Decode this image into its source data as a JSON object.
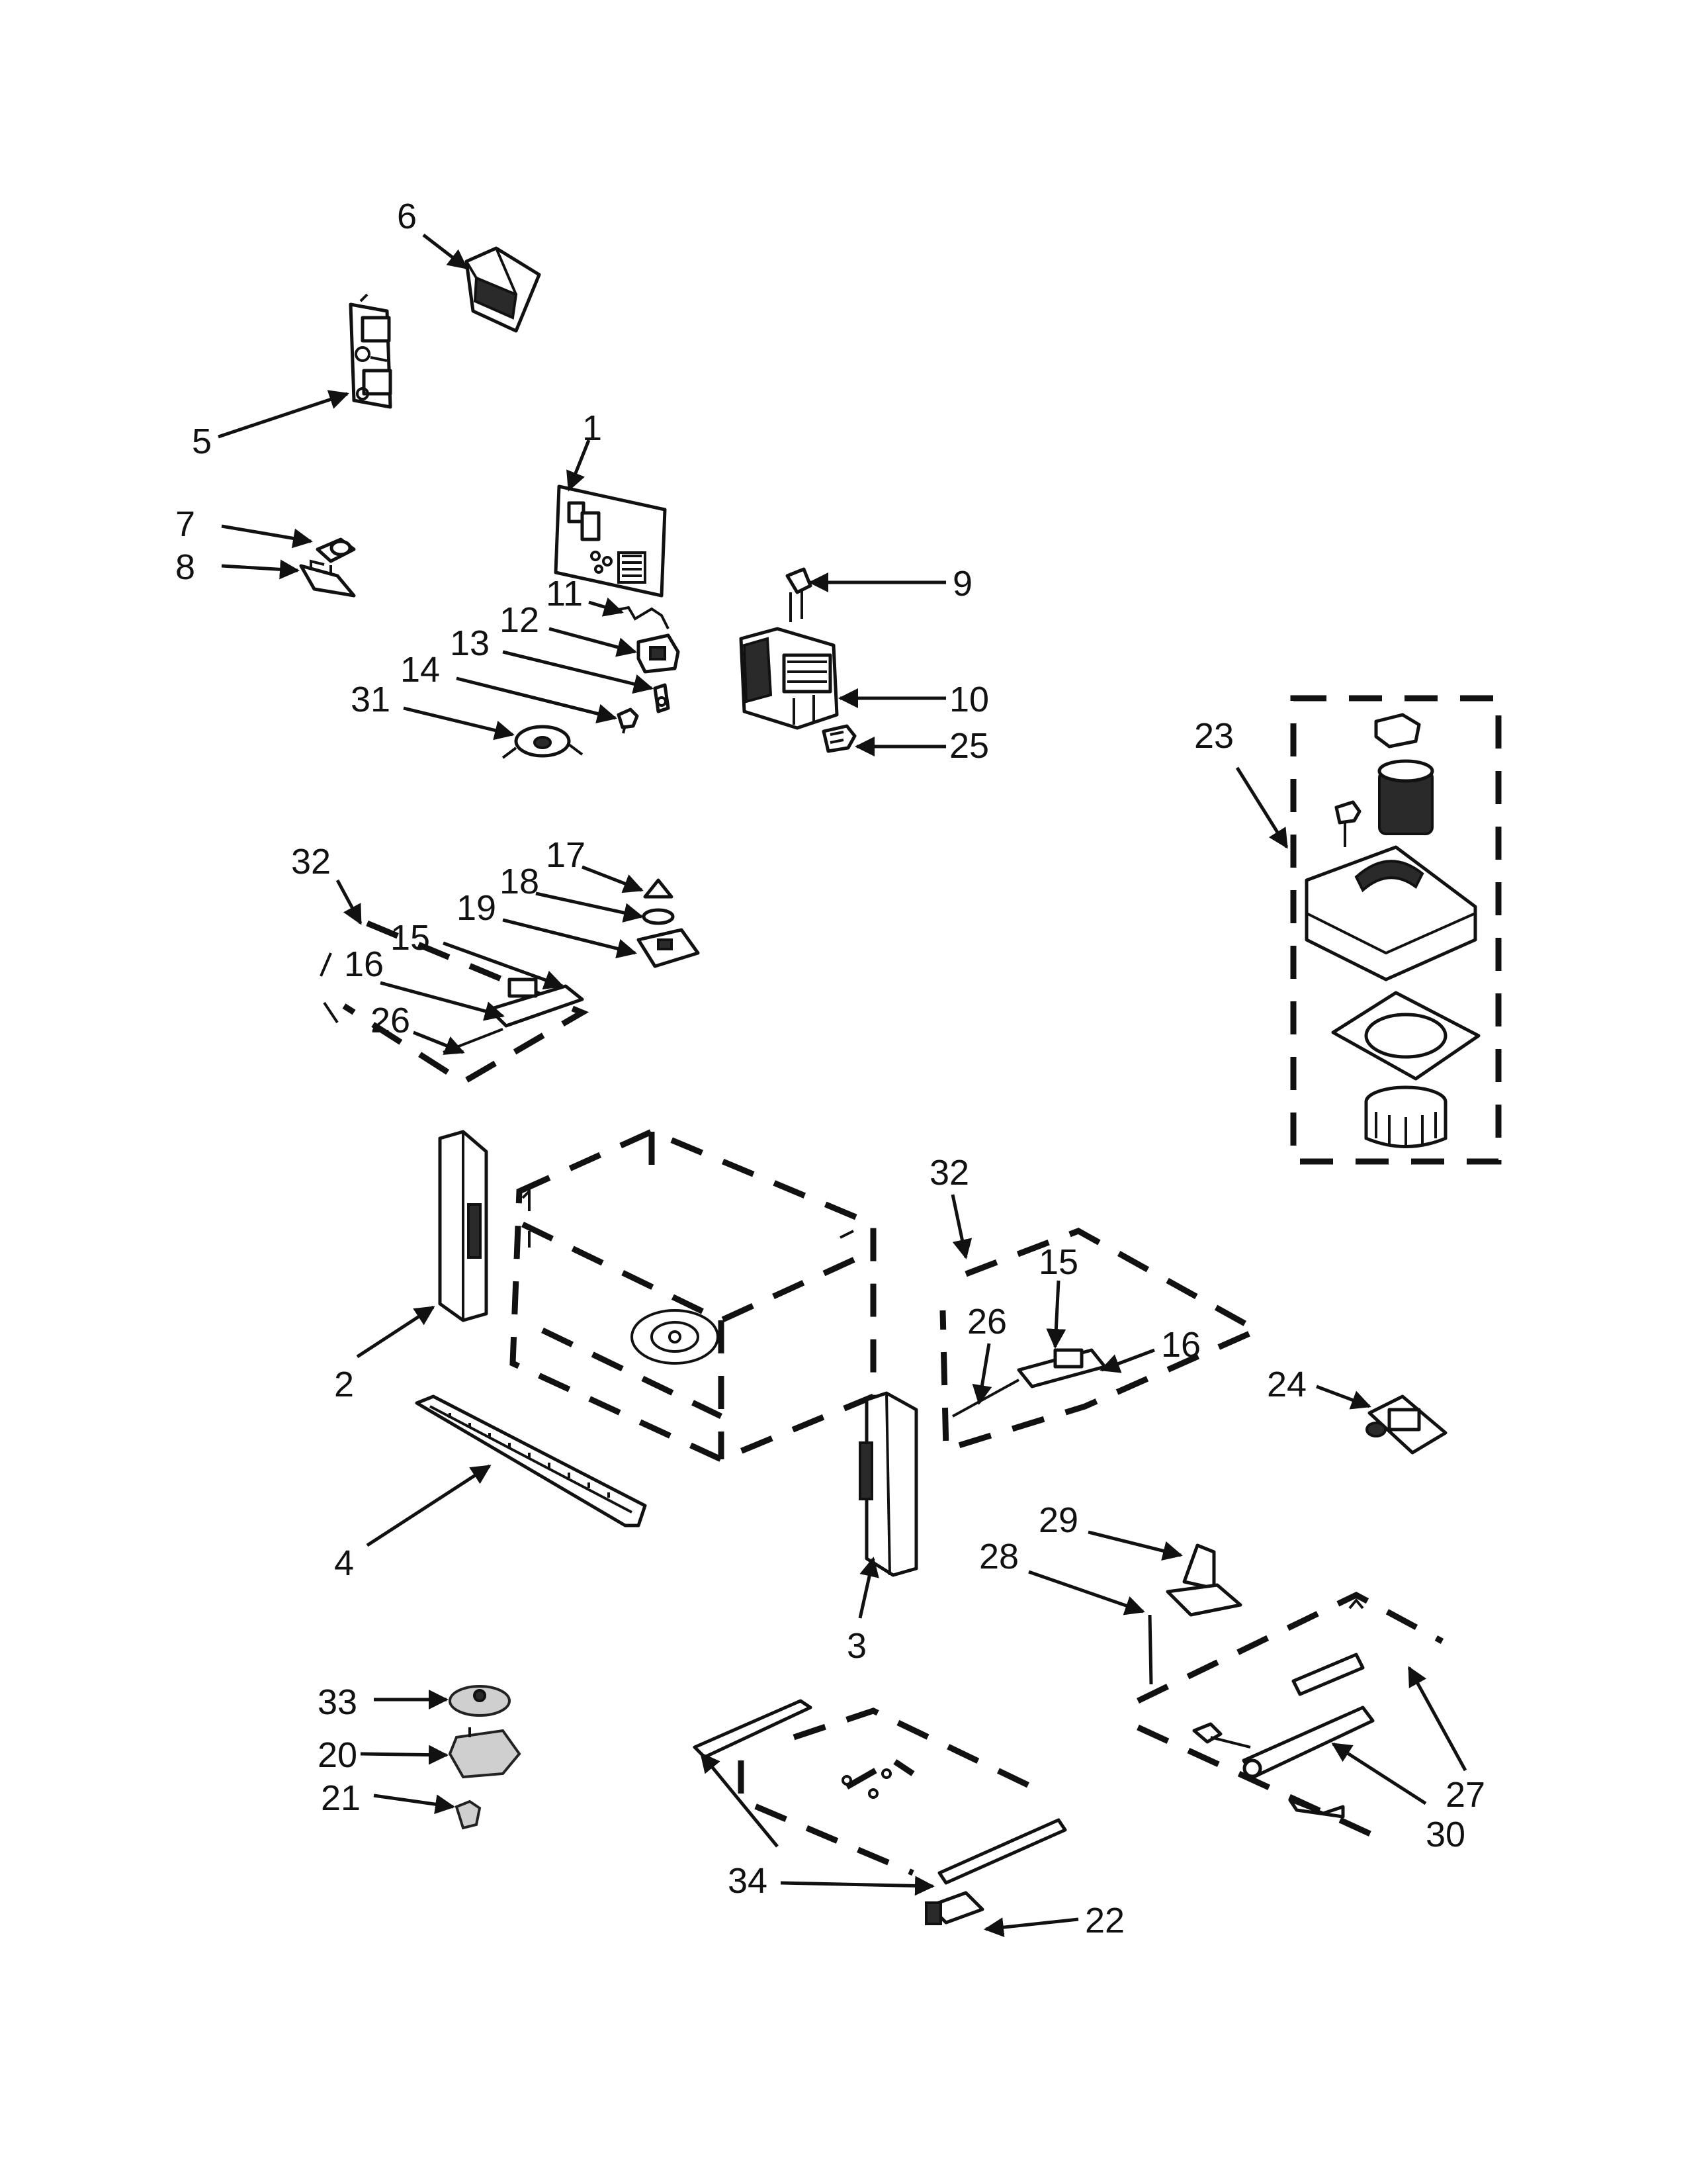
{
  "diagram": {
    "labels": [
      "1",
      "2",
      "3",
      "4",
      "5",
      "6",
      "7",
      "8",
      "9",
      "10",
      "11",
      "12",
      "13",
      "14",
      "15",
      "15",
      "16",
      "16",
      "17",
      "18",
      "19",
      "20",
      "21",
      "22",
      "23",
      "24",
      "25",
      "26",
      "26",
      "27",
      "28",
      "29",
      "30",
      "31",
      "32",
      "32",
      "33",
      "34"
    ]
  }
}
